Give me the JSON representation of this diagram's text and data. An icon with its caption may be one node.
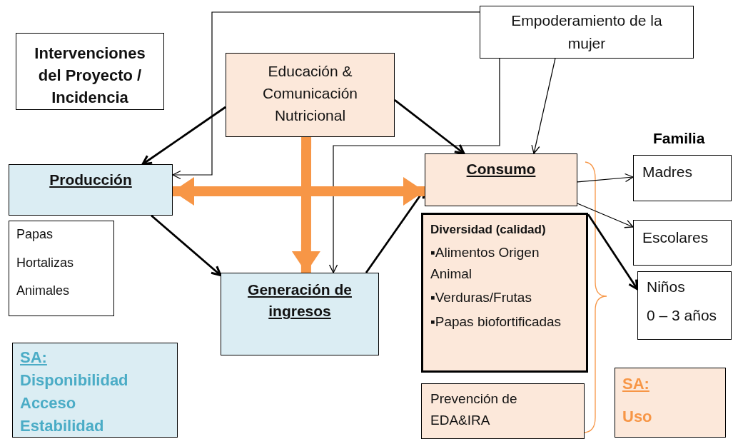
{
  "diagram": {
    "nodes": [
      {
        "text": [
          "Intervenciones del Proyecto / Incidencia"
        ]
      },
      {
        "text": [
          "Empoderamiento de la mujer"
        ]
      },
      {
        "text": [
          "Educación & Comunicación Nutricional"
        ]
      },
      {
        "text": [
          "Producción"
        ]
      },
      {
        "text": [
          "Papas",
          "Hortalizas",
          "Animales"
        ]
      },
      {
        "text": [
          "Generación de ingresos"
        ]
      },
      {
        "text": [
          "Consumo"
        ]
      },
      {
        "text": [
          "Diversidad (calidad)",
          "▪Alimentos Origen Animal",
          "▪Verduras/Frutas",
          "▪Papas biofortificadas"
        ]
      },
      {
        "text": [
          "Prevención de EDA&IRA"
        ]
      },
      {
        "text": [
          "Madres"
        ]
      },
      {
        "text": [
          "Escolares"
        ]
      },
      {
        "text": [
          "Niños",
          "0 – 3 años"
        ]
      },
      {
        "text": [
          "SA:",
          "Disponibilidad Acceso Estabilidad"
        ]
      },
      {
        "text": [
          "SA:",
          "Uso"
        ]
      }
    ],
    "edges": [
      {
        "from": 2,
        "to": 3,
        "arrow": "to"
      },
      {
        "from": 2,
        "to": 6,
        "arrow": "to"
      },
      {
        "from": 1,
        "to": 3,
        "arrow": "to"
      },
      {
        "from": 1,
        "to": 5,
        "arrow": "to"
      },
      {
        "from": 1,
        "to": 6,
        "arrow": "to"
      },
      {
        "from": 3,
        "to": 5,
        "arrow": "to"
      },
      {
        "from": 5,
        "to": 6,
        "arrow": "to"
      },
      {
        "from": 3,
        "to": 6,
        "arrow": "both",
        "style": "thick",
        "color": "#f79646"
      },
      {
        "from": 2,
        "to": 5,
        "arrow": "to",
        "style": "thick",
        "color": "#f79646"
      },
      {
        "from": 6,
        "to": 9,
        "arrow": "to"
      },
      {
        "from": 6,
        "to": 10,
        "arrow": "to"
      },
      {
        "from": 7,
        "to": 11,
        "arrow": "to"
      }
    ],
    "labels": [
      "Familia"
    ]
  }
}
